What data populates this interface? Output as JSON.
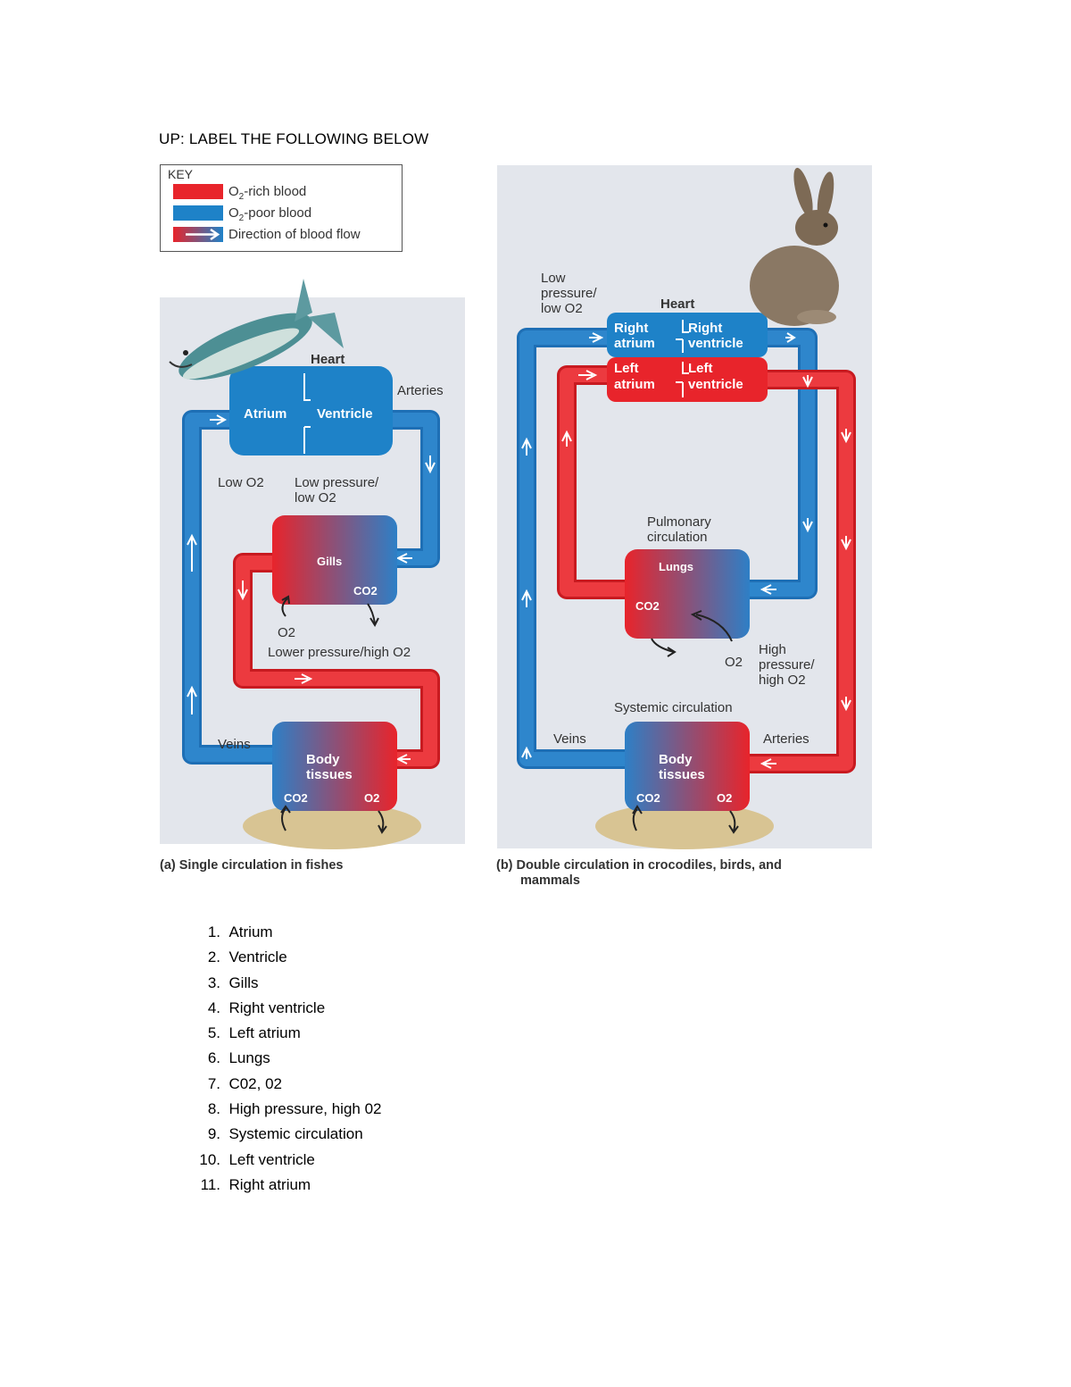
{
  "heading": "UP: LABEL THE FOLLOWING BELOW",
  "key": {
    "title": "KEY",
    "items": [
      {
        "label_html": "O2-rich blood",
        "color": "#e8242b"
      },
      {
        "label_html": "O2-poor blood",
        "color": "#1e82c8"
      },
      {
        "label_html": "Direction of blood flow",
        "color": "gradient"
      }
    ]
  },
  "fish": {
    "heart": "Heart",
    "arteries": "Arteries",
    "atrium": "Atrium",
    "ventricle": "Ventricle",
    "low_o2": "Low O2",
    "low_pressure_1": "Low pressure/",
    "low_pressure_2": "low O2",
    "gills": "Gills",
    "co2": "CO2",
    "o2": "O2",
    "lower_pressure": "Lower pressure/high O2",
    "veins": "Veins",
    "body_1": "Body",
    "body_2": "tissues",
    "body_co2": "CO2",
    "body_o2": "O2",
    "caption": "(a) Single circulation in fishes"
  },
  "mammal": {
    "low_pressure_1": "Low",
    "low_pressure_2": "pressure/",
    "low_pressure_3": "low O2",
    "heart": "Heart",
    "right_atrium_1": "Right",
    "right_atrium_2": "atrium",
    "right_ventricle_1": "Right",
    "right_ventricle_2": "ventricle",
    "left_atrium_1": "Left",
    "left_atrium_2": "atrium",
    "left_ventricle_1": "Left",
    "left_ventricle_2": "ventricle",
    "pulmonary_1": "Pulmonary",
    "pulmonary_2": "circulation",
    "lungs": "Lungs",
    "lungs_co2": "CO2",
    "lungs_o2": "O2",
    "high_1": "High",
    "high_2": "pressure/",
    "high_3": "high O2",
    "systemic": "Systemic circulation",
    "veins": "Veins",
    "arteries": "Arteries",
    "body_1": "Body",
    "body_2": "tissues",
    "body_co2": "CO2",
    "body_o2": "O2",
    "caption_1": "(b) Double circulation in crocodiles, birds, and",
    "caption_2": "mammals"
  },
  "answers": [
    {
      "num": "1.",
      "text": "Atrium"
    },
    {
      "num": "2.",
      "text": "Ventricle"
    },
    {
      "num": "3.",
      "text": "Gills"
    },
    {
      "num": "4.",
      "text": "Right ventricle"
    },
    {
      "num": "5.",
      "text": "Left atrium"
    },
    {
      "num": "6.",
      "text": "Lungs"
    },
    {
      "num": "7.",
      "text": "C02, 02"
    },
    {
      "num": "8.",
      "text": "High pressure, high 02"
    },
    {
      "num": "9.",
      "text": "Systemic circulation"
    },
    {
      "num": "10.",
      "text": "Left ventricle"
    },
    {
      "num": "11.",
      "text": "Right atrium"
    }
  ]
}
